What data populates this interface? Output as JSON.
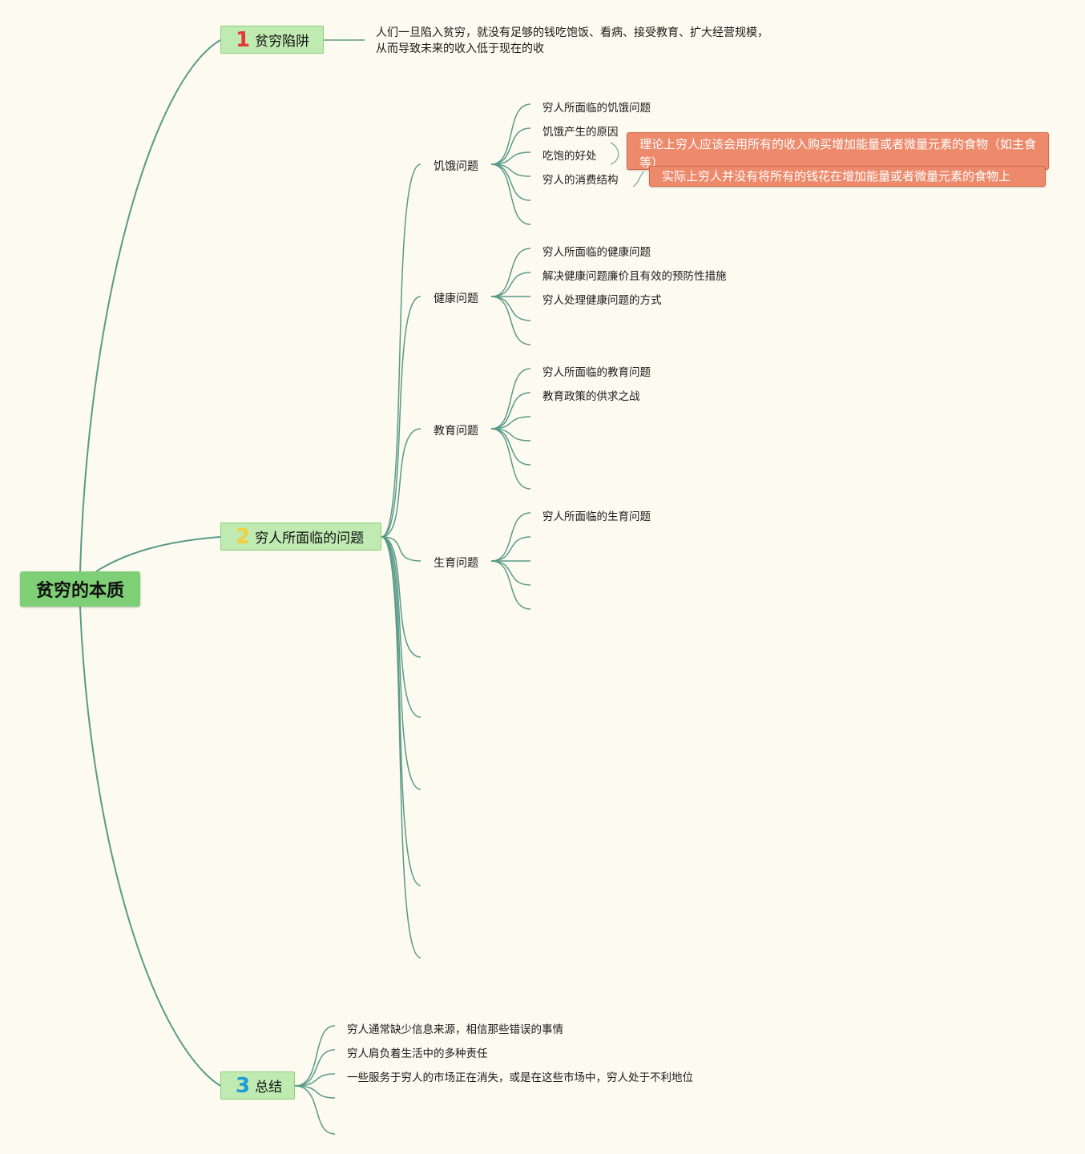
{
  "root": "贫穷的本质",
  "branch1": {
    "num": "1",
    "label": "贫穷陷阱",
    "note_line1": "人们一旦陷入贫穷，就没有足够的钱吃饱饭、看病、接受教育、扩大经营规模，",
    "note_line2": "从而导致未来的收入低于现在的收"
  },
  "branch2": {
    "num": "2",
    "label": "穷人所面临的问题",
    "topics": [
      {
        "label": "饥饿问题",
        "items": [
          "穷人所面临的饥饿问题",
          "饥饿产生的原因",
          "吃饱的好处",
          "穷人的消费结构"
        ]
      },
      {
        "label": "健康问题",
        "items": [
          "穷人所面临的健康问题",
          "解决健康问题廉价且有效的预防性措施",
          "穷人处理健康问题的方式"
        ]
      },
      {
        "label": "教育问题",
        "items": [
          "穷人所面临的教育问题",
          "教育政策的供求之战"
        ]
      },
      {
        "label": "生育问题",
        "items": [
          "穷人所面临的生育问题"
        ]
      }
    ],
    "callouts": [
      "理论上穷人应该会用所有的收入购买增加能量或者微量元素的食物（如主食等）",
      "实际上穷人并没有将所有的钱花在增加能量或者微量元素的食物上"
    ]
  },
  "branch3": {
    "num": "3",
    "label": "总结",
    "items": [
      "穷人通常缺少信息来源，相信那些错误的事情",
      "穷人肩负着生活中的多种责任",
      "一些服务于穷人的市场正在消失，或是在这些市场中，穷人处于不利地位"
    ]
  },
  "colors": {
    "line": "#5a9a88",
    "root": "#7fcf76",
    "main": "#bfeab1",
    "callout": "#ed8a6c"
  }
}
